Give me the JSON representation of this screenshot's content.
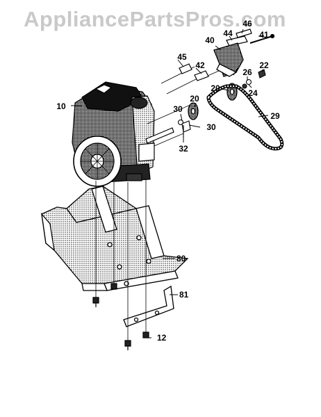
{
  "watermark": "AppliancePartsPros.com",
  "parts": {
    "p10": "10",
    "p12": "12",
    "p20a": "20",
    "p20b": "20",
    "p22": "22",
    "p24": "24",
    "p26": "26",
    "p29": "29",
    "p30a": "30",
    "p30b": "30",
    "p32": "32",
    "p40": "40",
    "p41": "41",
    "p42": "42",
    "p44": "44",
    "p45": "45",
    "p46": "46",
    "p80": "80",
    "p81": "81"
  }
}
